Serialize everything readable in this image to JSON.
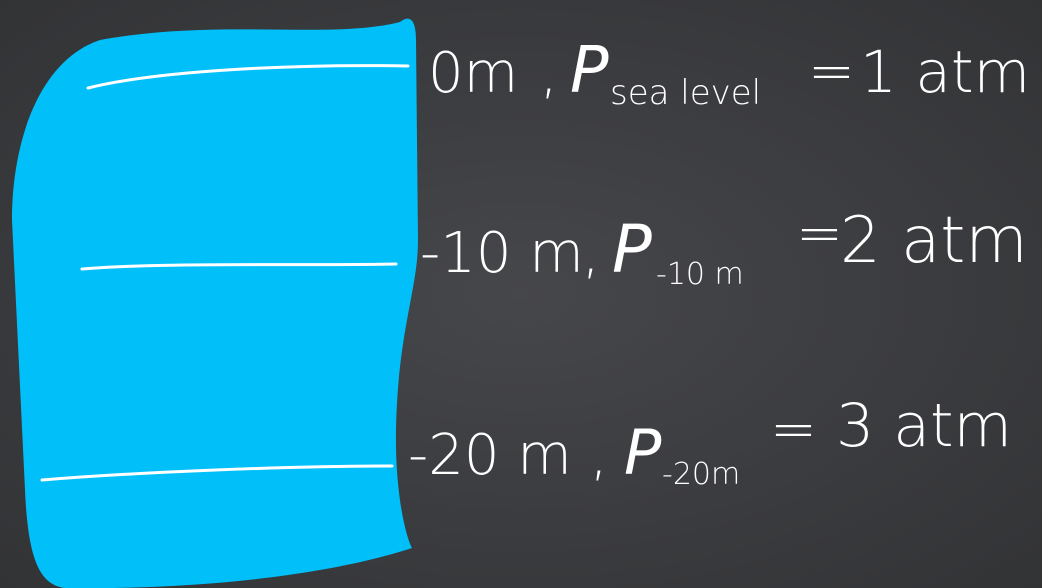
{
  "colors": {
    "board": "#3d3e41",
    "water": "#00bff9",
    "ink": "#ffffff"
  },
  "annotations": [
    {
      "depth": "0m",
      "pressure_symbol": "P",
      "subscript": "sea level",
      "pressure": "1 atm"
    },
    {
      "depth": "-10 m",
      "pressure_symbol": "P",
      "subscript": "-10 m",
      "pressure": "2 atm"
    },
    {
      "depth": "-20 m",
      "pressure_symbol": "P",
      "subscript": "-20m",
      "pressure": "3 atm"
    }
  ]
}
